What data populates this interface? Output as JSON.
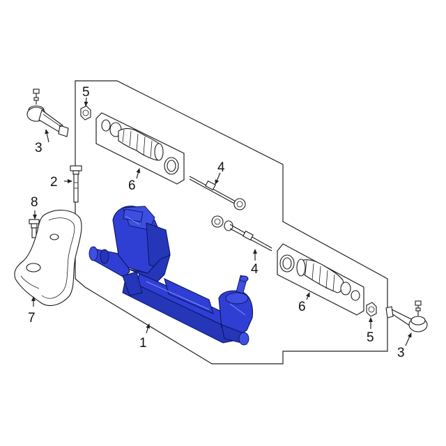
{
  "callouts": [
    {
      "id": "c1",
      "text": "1"
    },
    {
      "id": "c2",
      "text": "2"
    },
    {
      "id": "c3a",
      "text": "3"
    },
    {
      "id": "c3b",
      "text": "3"
    },
    {
      "id": "c4a",
      "text": "4"
    },
    {
      "id": "c4b",
      "text": "4"
    },
    {
      "id": "c5a",
      "text": "5"
    },
    {
      "id": "c5b",
      "text": "5"
    },
    {
      "id": "c6a",
      "text": "6"
    },
    {
      "id": "c6b",
      "text": "6"
    },
    {
      "id": "c7",
      "text": "7"
    },
    {
      "id": "c8",
      "text": "8"
    }
  ],
  "colors": {
    "highlight": "#2f3fd4",
    "outline": "#1a1a1a",
    "background": "#ffffff"
  }
}
